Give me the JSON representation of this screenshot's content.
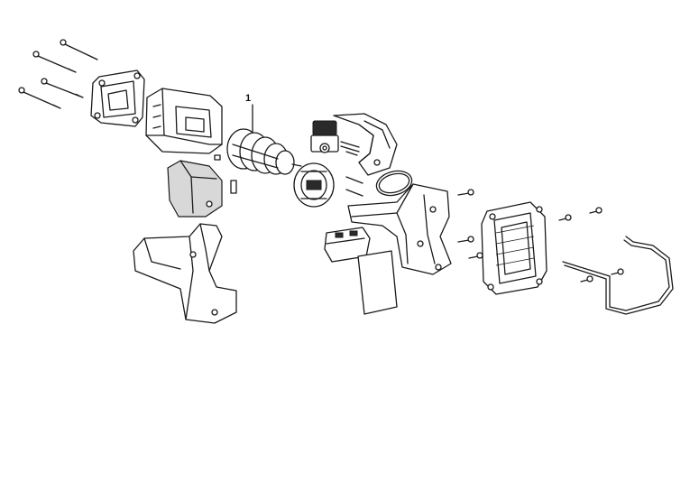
{
  "callouts": [
    {
      "label": "1",
      "target": "motor-armature"
    }
  ],
  "colors": {
    "line": "#1a1a1a",
    "background": "#ffffff",
    "shade": "#d8d8d8",
    "dark": "#2a2a2a"
  },
  "parts": [
    "long-screw-1",
    "long-screw-2",
    "long-screw-3",
    "long-screw-4",
    "rear-cap",
    "motor-housing",
    "motor-armature",
    "fan-baffle",
    "trigger-switch",
    "upper-housing-half",
    "o-ring",
    "small-pins",
    "left-handle-shell",
    "lower-handle-shell",
    "right-housing-half",
    "led-pcb",
    "label-plate",
    "battery-terminal-block",
    "screw-set",
    "belt-hook-clip"
  ]
}
